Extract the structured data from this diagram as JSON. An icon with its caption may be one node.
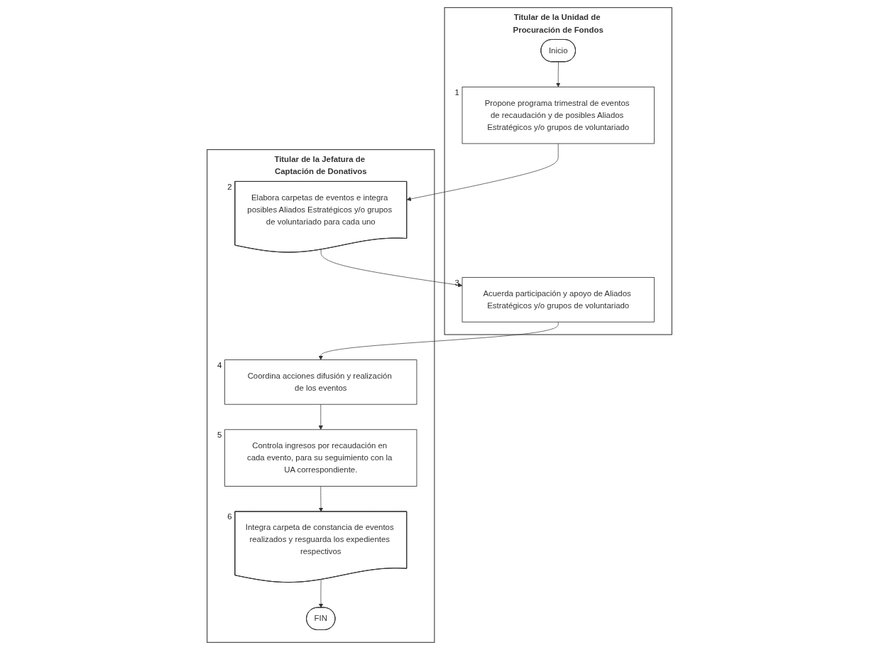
{
  "diagram": {
    "nodes": [
      {
        "text": [
          "Titular de la Unidad de Procuración de Fondos"
        ]
      },
      {
        "text": [
          "Titular de la Jefatura de Captación de Donativos"
        ]
      },
      {
        "text": [
          "Inicio"
        ],
        "in": 0
      },
      {
        "text": [
          "Propone programa trimestral de eventos de recaudación y de posibles Aliados Estratégicos y/o grupos de voluntariado"
        ],
        "beside": [
          "1"
        ],
        "in": 0
      },
      {
        "text": [
          "Elabora carpetas de eventos e integra posibles Aliados Estratégicos y/o grupos de voluntariado para cada uno"
        ],
        "beside": [
          "2"
        ],
        "in": 1
      },
      {
        "text": [
          "Acuerda participación y apoyo de Aliados Estratégicos y/o grupos de voluntariado"
        ],
        "beside": [
          "3"
        ],
        "in": 0
      },
      {
        "text": [
          "Coordina acciones difusión y realización de los eventos"
        ],
        "beside": [
          "4"
        ],
        "in": 1
      },
      {
        "text": [
          "Controla ingresos por recaudación en cada evento, para su seguimiento con la UA correspondiente."
        ],
        "beside": [
          "5"
        ],
        "in": 1
      },
      {
        "text": [
          "Integra carpeta de constancia de eventos realizados y resguarda los expedientes respectivos"
        ],
        "beside": [
          "6"
        ],
        "in": 1
      },
      {
        "text": [
          "FIN"
        ],
        "in": 1
      }
    ],
    "edges": [
      {
        "from": 2,
        "to": 3,
        "arrow": "to"
      },
      {
        "from": 3,
        "to": 4,
        "arrow": "to"
      },
      {
        "from": 4,
        "to": 5,
        "arrow": "to"
      },
      {
        "from": 5,
        "to": 6,
        "arrow": "to"
      },
      {
        "from": 6,
        "to": 7,
        "arrow": "to"
      },
      {
        "from": 7,
        "to": 8,
        "arrow": "to"
      },
      {
        "from": 8,
        "to": 9,
        "arrow": "to"
      }
    ]
  }
}
